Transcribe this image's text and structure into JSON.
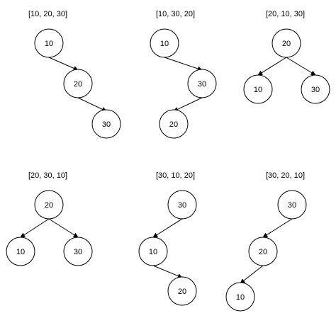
{
  "trees": [
    {
      "caption": "[10, 20, 30]",
      "nodes": [
        "10",
        "20",
        "30"
      ]
    },
    {
      "caption": "[10, 30, 20]",
      "nodes": [
        "10",
        "30",
        "20"
      ]
    },
    {
      "caption": "[20, 10, 30]",
      "nodes": [
        "20",
        "10",
        "30"
      ]
    },
    {
      "caption": "[20, 30, 10]",
      "nodes": [
        "20",
        "10",
        "30"
      ]
    },
    {
      "caption": "[30, 10, 20]",
      "nodes": [
        "30",
        "10",
        "20"
      ]
    },
    {
      "caption": "[30, 20, 10]",
      "nodes": [
        "30",
        "20",
        "10"
      ]
    }
  ]
}
